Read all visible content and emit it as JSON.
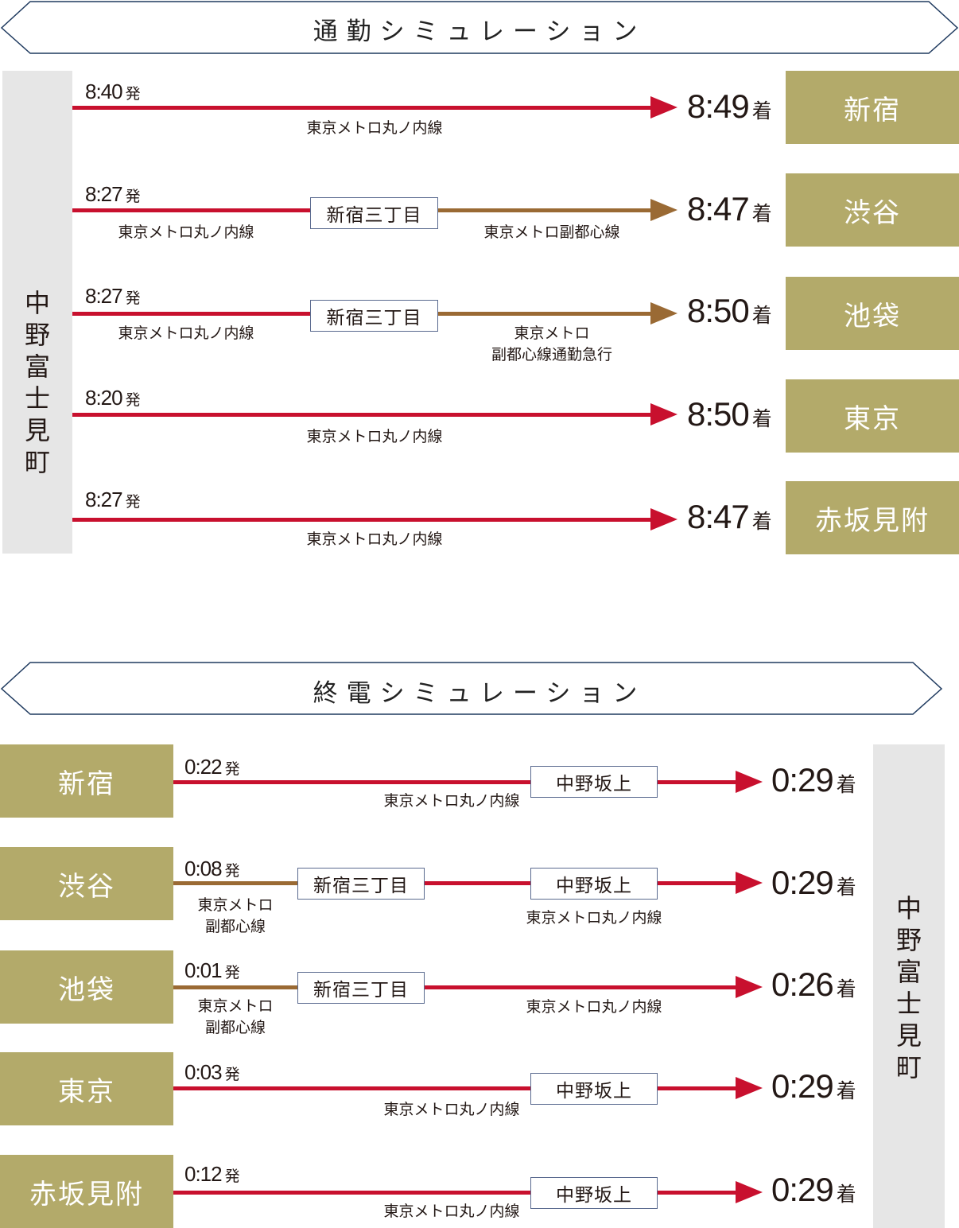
{
  "sections": {
    "commute": {
      "title": "通勤シミュレーション",
      "origin": [
        "中",
        "野",
        "富",
        "士",
        "見",
        "町"
      ],
      "routes": [
        {
          "dest": "新宿",
          "dep": "8:40",
          "arr": "8:49",
          "leg1": "東京メトロ丸ノ内線",
          "transfer": "",
          "leg2": ""
        },
        {
          "dest": "渋谷",
          "dep": "8:27",
          "arr": "8:47",
          "leg1": "東京メトロ丸ノ内線",
          "transfer": "新宿三丁目",
          "leg2": "東京メトロ副都心線"
        },
        {
          "dest": "池袋",
          "dep": "8:27",
          "arr": "8:50",
          "leg1": "東京メトロ丸ノ内線",
          "transfer": "新宿三丁目",
          "leg2a": "東京メトロ",
          "leg2b": "副都心線通勤急行"
        },
        {
          "dest": "東京",
          "dep": "8:20",
          "arr": "8:50",
          "leg1": "東京メトロ丸ノ内線",
          "transfer": "",
          "leg2": ""
        },
        {
          "dest": "赤坂見附",
          "dep": "8:27",
          "arr": "8:47",
          "leg1": "東京メトロ丸ノ内線",
          "transfer": "",
          "leg2": ""
        }
      ]
    },
    "lasttrain": {
      "title": "終電シミュレーション",
      "dest_station": [
        "中",
        "野",
        "富",
        "士",
        "見",
        "町"
      ],
      "routes": [
        {
          "from": "新宿",
          "dep": "0:22",
          "arr": "0:29",
          "line_a": "東京メトロ丸ノ内線",
          "transfer1": "",
          "transfer2": "中野坂上"
        },
        {
          "from": "渋谷",
          "dep": "0:08",
          "arr": "0:29",
          "line_a1": "東京メトロ",
          "line_a2": "副都心線",
          "transfer1": "新宿三丁目",
          "transfer2": "中野坂上",
          "line_b": "東京メトロ丸ノ内線"
        },
        {
          "from": "池袋",
          "dep": "0:01",
          "arr": "0:26",
          "line_a1": "東京メトロ",
          "line_a2": "副都心線",
          "transfer1": "新宿三丁目",
          "transfer2": "",
          "line_b": "東京メトロ丸ノ内線"
        },
        {
          "from": "東京",
          "dep": "0:03",
          "arr": "0:29",
          "line_a": "東京メトロ丸ノ内線",
          "transfer1": "",
          "transfer2": "中野坂上"
        },
        {
          "from": "赤坂見附",
          "dep": "0:12",
          "arr": "0:29",
          "line_a": "東京メトロ丸ノ内線",
          "transfer1": "",
          "transfer2": "中野坂上"
        }
      ]
    }
  },
  "suffix": {
    "dep": "発",
    "arr": "着"
  },
  "colors": {
    "marunouchi": "#c8102e",
    "fukutoshin": "#9a6a34",
    "station_box": "#b3aa6a",
    "origin_box": "#e6e6e6",
    "transfer_border": "#5a6a8f"
  }
}
